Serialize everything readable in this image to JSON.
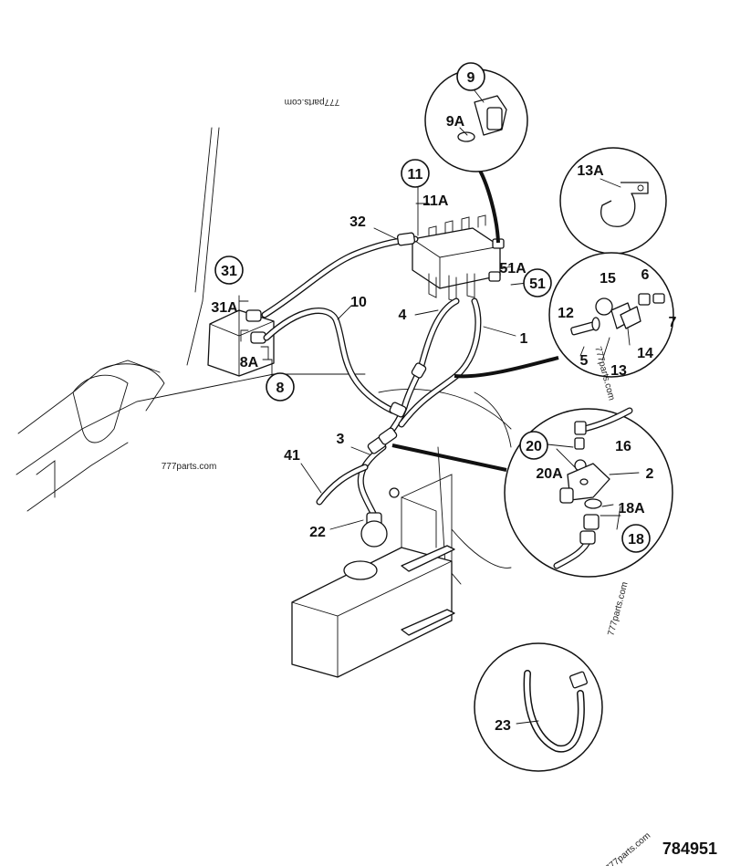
{
  "diagram": {
    "drawing_number": "784951",
    "watermarks": [
      "777parts.com",
      "777parts.com",
      "777parts.com",
      "777parts.com",
      "777parts.com"
    ],
    "callouts": {
      "c1": "1",
      "c2": "2",
      "c3": "3",
      "c4": "4",
      "c5": "5",
      "c6": "6",
      "c7": "7",
      "c8": "8",
      "c8a": "8A",
      "c9": "9",
      "c9a": "9A",
      "c10": "10",
      "c11": "11",
      "c11a": "11A",
      "c12": "12",
      "c13": "13",
      "c13a": "13A",
      "c14": "14",
      "c15": "15",
      "c16": "16",
      "c18": "18",
      "c18a": "18A",
      "c20": "20",
      "c20a": "20A",
      "c22": "22",
      "c23": "23",
      "c31": "31",
      "c31a": "31A",
      "c32": "32",
      "c41": "41",
      "c51": "51",
      "c51a": "51A"
    }
  }
}
